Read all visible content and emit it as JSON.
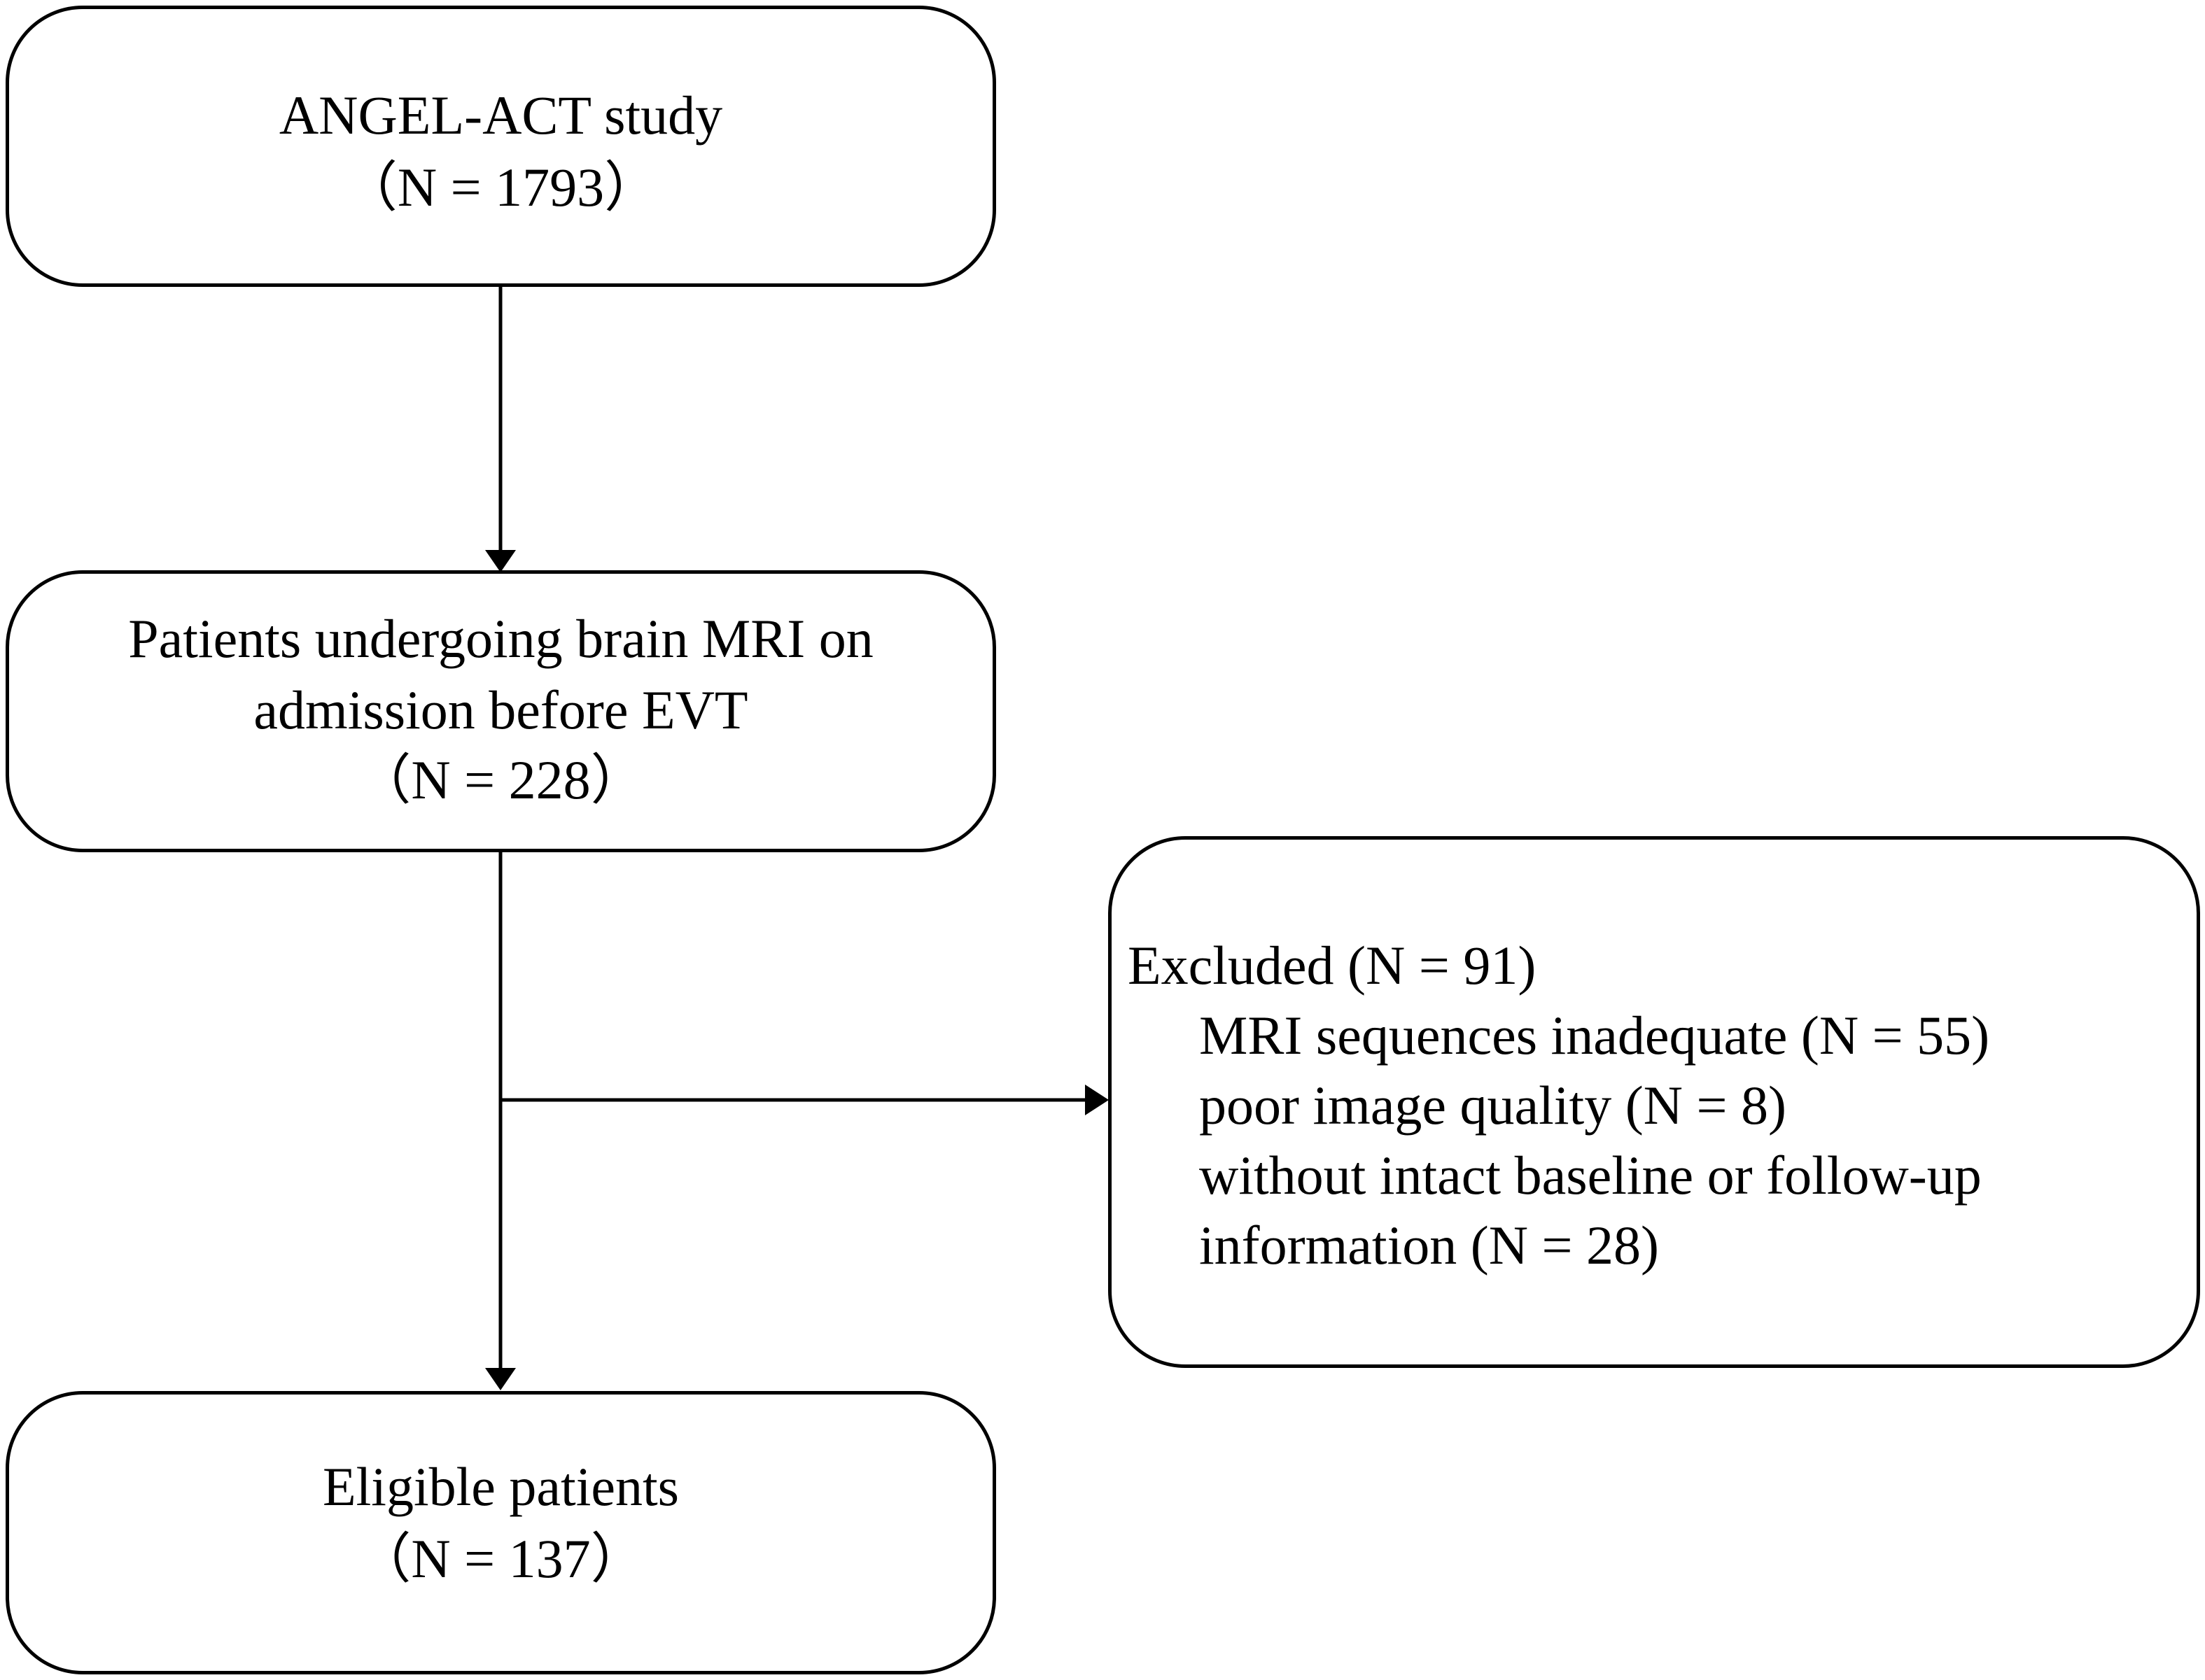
{
  "flowchart": {
    "study_box": {
      "line1": "ANGEL-ACT study",
      "line2": "（N = 1793）"
    },
    "mri_box": {
      "line1": "Patients undergoing brain MRI on",
      "line2": "admission before EVT",
      "line3": "（N = 228）"
    },
    "excluded_box": {
      "title": "Excluded (N = 91)",
      "items": [
        "MRI sequences inadequate  (N = 55)",
        "poor image quality (N = 8)",
        "without intact baseline or follow-up",
        "information (N = 28)"
      ]
    },
    "eligible_box": {
      "line1": "Eligible patients",
      "line2": "（N = 137）"
    }
  },
  "colors": {
    "stroke": "#000000",
    "background": "#ffffff"
  }
}
